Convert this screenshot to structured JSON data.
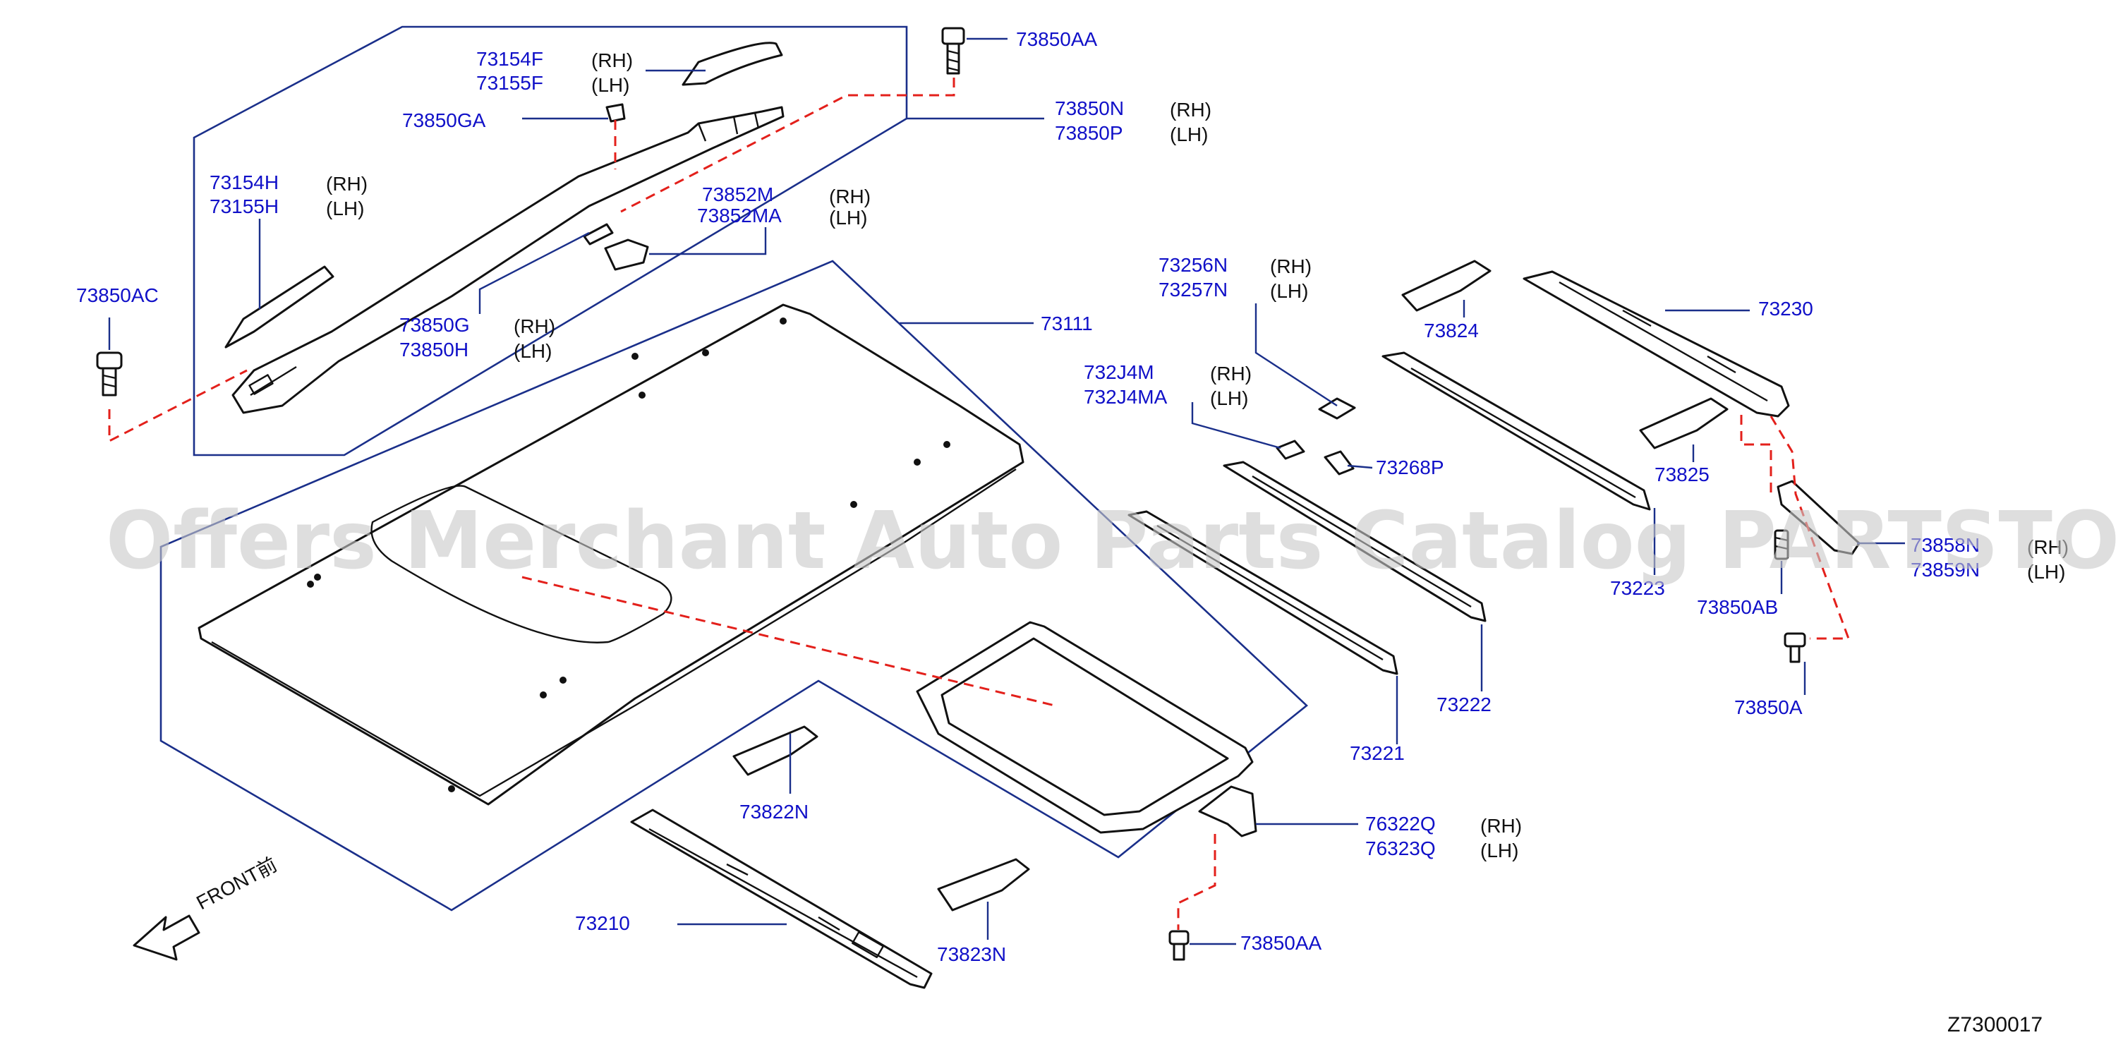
{
  "diagram_code": "Z7300017",
  "watermark": "Offers Merchant Auto Parts Catalog PARTSTORE.SA",
  "front_label": "FRONT前",
  "labels": {
    "p73154F": "73154F",
    "p73155F": "73155F",
    "p73850GA": "73850GA",
    "p73154H": "73154H",
    "p73155H": "73155H",
    "p73850AC": "73850AC",
    "p73850AA_top": "73850AA",
    "p73850N": "73850N",
    "p73850P": "73850P",
    "p73852M": "73852M",
    "p73852MA": "73852MA",
    "p73850G": "73850G",
    "p73850H": "73850H",
    "p73111": "73111",
    "p73256N": "73256N",
    "p73257N": "73257N",
    "p732J4M": "732J4M",
    "p732J4MA": "732J4MA",
    "p73268P": "73268P",
    "p73824": "73824",
    "p73230": "73230",
    "p73825": "73825",
    "p73223": "73223",
    "p73858N": "73858N",
    "p73859N": "73859N",
    "p73850AB": "73850AB",
    "p73850A": "73850A",
    "p73222": "73222",
    "p73221": "73221",
    "p73822N": "73822N",
    "p73210": "73210",
    "p73823N": "73823N",
    "p76322Q": "76322Q",
    "p76323Q": "76323Q",
    "p73850AA_bottom": "73850AA"
  },
  "sides": {
    "rh": "(RH)",
    "lh": "(LH)"
  },
  "colors": {
    "part_number": "#1010c8",
    "leader": "#1a2f8a",
    "connector": "#e3201b",
    "outline": "#111111"
  }
}
